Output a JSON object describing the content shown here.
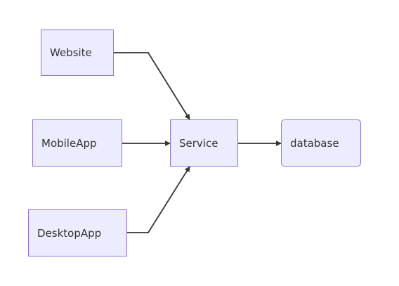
{
  "nodes": {
    "website": {
      "label": "Website"
    },
    "mobileapp": {
      "label": "MobileApp"
    },
    "desktopapp": {
      "label": "DesktopApp"
    },
    "service": {
      "label": "Service"
    },
    "database": {
      "label": "database"
    }
  },
  "edges": [
    {
      "from": "Website",
      "to": "Service"
    },
    {
      "from": "MobileApp",
      "to": "Service"
    },
    {
      "from": "DesktopApp",
      "to": "Service"
    },
    {
      "from": "Service",
      "to": "database"
    }
  ],
  "colors": {
    "node_fill": "#ececff",
    "node_border": "#9370db",
    "edge": "#333333",
    "text": "#333333"
  }
}
